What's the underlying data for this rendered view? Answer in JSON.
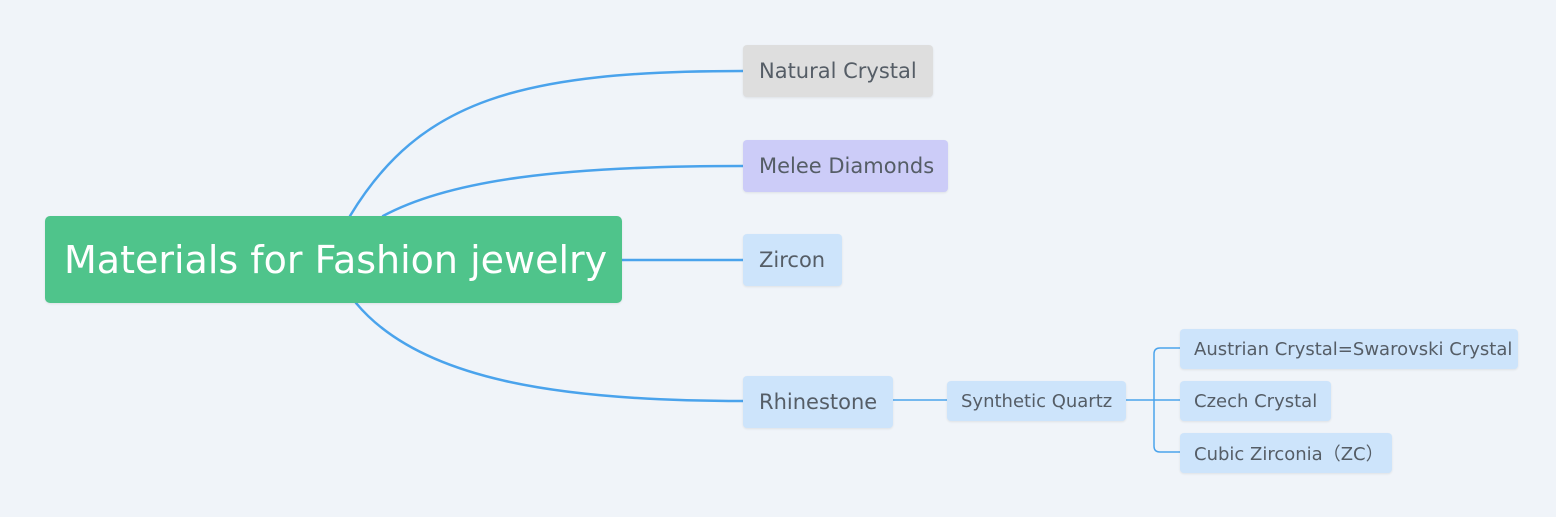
{
  "colors": {
    "background": "#f0f4f9",
    "connector": "#4aa3ec",
    "root_fill": "#4fc48b",
    "natural_fill": "#dedede",
    "melee_fill": "#ccccf8",
    "topic_fill": "#cde4fb"
  },
  "root": {
    "label": "Materials for Fashion jewelry"
  },
  "branches": {
    "natural_crystal": "Natural Crystal",
    "melee_diamonds": "Melee Diamonds",
    "zircon": "Zircon",
    "rhinestone": "Rhinestone"
  },
  "rhinestone": {
    "child": "Synthetic Quartz",
    "grandchildren": [
      "Austrian Crystal=Swarovski Crystal",
      "Czech Crystal",
      "Cubic Zirconia（ZC）"
    ]
  }
}
